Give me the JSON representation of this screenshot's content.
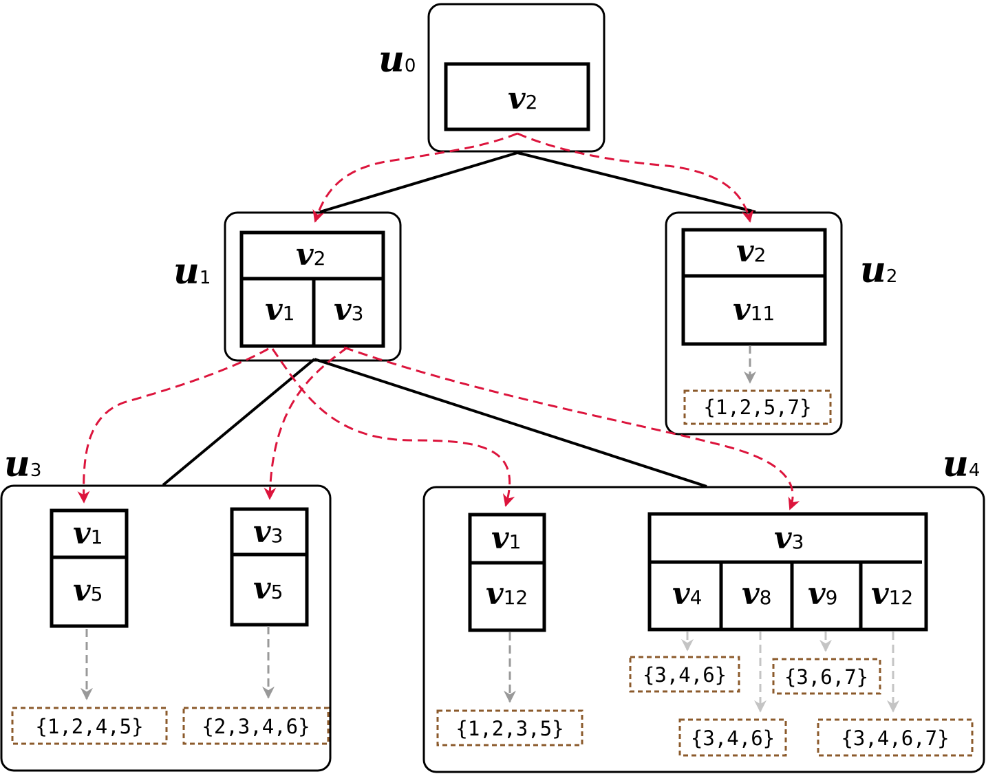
{
  "nodes": {
    "u0": {
      "label": "u",
      "sub": "0"
    },
    "u1": {
      "label": "u",
      "sub": "1"
    },
    "u2": {
      "label": "u",
      "sub": "2"
    },
    "u3": {
      "label": "u",
      "sub": "3"
    },
    "u4": {
      "label": "u",
      "sub": "4"
    }
  },
  "cells": {
    "u0_v2": {
      "label": "v",
      "sub": "2"
    },
    "u1_v2": {
      "label": "v",
      "sub": "2"
    },
    "u1_v1": {
      "label": "v",
      "sub": "1"
    },
    "u1_v3": {
      "label": "v",
      "sub": "3"
    },
    "u2_v2": {
      "label": "v",
      "sub": "2"
    },
    "u2_v11": {
      "label": "v",
      "sub": "11"
    },
    "u3a_v1": {
      "label": "v",
      "sub": "1"
    },
    "u3a_v5": {
      "label": "v",
      "sub": "5"
    },
    "u3b_v3": {
      "label": "v",
      "sub": "3"
    },
    "u3b_v5": {
      "label": "v",
      "sub": "5"
    },
    "u4a_v1": {
      "label": "v",
      "sub": "1"
    },
    "u4a_v12": {
      "label": "v",
      "sub": "12"
    },
    "u4b_v3": {
      "label": "v",
      "sub": "3"
    },
    "u4b_v4": {
      "label": "v",
      "sub": "4"
    },
    "u4b_v8": {
      "label": "v",
      "sub": "8"
    },
    "u4b_v9": {
      "label": "v",
      "sub": "9"
    },
    "u4b_v12": {
      "label": "v",
      "sub": "12"
    }
  },
  "sets": {
    "u2_v11": "{1,2,5,7}",
    "u3a_v5": "{1,2,4,5}",
    "u3b_v5": "{2,3,4,6}",
    "u4a_v12": "{1,2,3,5}",
    "u4b_v4": "{3,4,6}",
    "u4b_v9": "{3,6,7}",
    "u4b_v8": "{3,4,6}",
    "u4b_v12": "{3,4,6,7}"
  },
  "colors": {
    "red_arrow": "#dc143c",
    "gray_arrow": "#999999",
    "light_gray_arrow": "#c4c4c4",
    "set_border": "#8b5a2b"
  }
}
